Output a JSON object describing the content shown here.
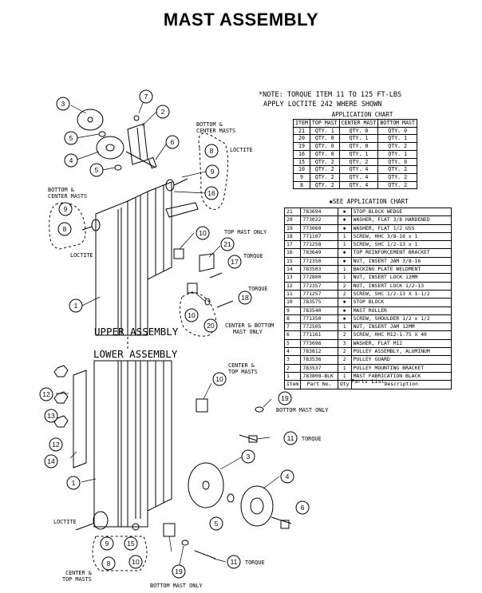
{
  "title": "MAST ASSEMBLY",
  "note": {
    "line1": "*NOTE: TORQUE ITEM 11 TO 125 FT-LBS",
    "line2": "APPLY LOCTITE 242 WHERE SHOWN"
  },
  "application_chart": {
    "title": "APPLICATION CHART",
    "headers": [
      "ITEM",
      "TOP MAST",
      "CENTER MAST",
      "BOTTOM MAST"
    ],
    "rows": [
      [
        "21",
        "QTY. 1",
        "QTY. 0",
        "QTY. 0"
      ],
      [
        "20",
        "QTY. 0",
        "QTY. 1",
        "QTY. 1"
      ],
      [
        "19",
        "QTY. 0",
        "QTY. 0",
        "QTY. 2"
      ],
      [
        "16",
        "QTY. 0",
        "QTY. 1",
        "QTY. 1"
      ],
      [
        "15",
        "QTY. 2",
        "QTY. 2",
        "QTY. 0"
      ],
      [
        "10",
        "QTY. 2",
        "QTY. 4",
        "QTY. 2"
      ],
      [
        "9",
        "QTY. 2",
        "QTY. 4",
        "QTY. 2"
      ],
      [
        "8",
        "QTY. 2",
        "QTY. 4",
        "QTY. 2"
      ]
    ]
  },
  "see_chart": "✱SEE APPLICATION CHART",
  "parts_list": {
    "label": "Parts List",
    "headers": [
      "Item",
      "Part No.",
      "Qty",
      "Description"
    ],
    "rows": [
      [
        "21",
        "783694",
        "✱",
        "STOP BLOCK WEDGE"
      ],
      [
        "20",
        "773022",
        "✱",
        "WASHER, FLAT 3/8 HARDENED"
      ],
      [
        "19",
        "773060",
        "✱",
        "WASHER, FLAT 1/2 USS"
      ],
      [
        "18",
        "771107",
        "1",
        "SCREW, HHC 3/8-16 x 1"
      ],
      [
        "17",
        "771258",
        "1",
        "SCREW, SHC 1/2-13 x 1"
      ],
      [
        "16",
        "783649",
        "✱",
        "TOP REINFORCEMENT BRACKET"
      ],
      [
        "15",
        "772350",
        "✱",
        "NUT, INSERT JAM 3/8-16"
      ],
      [
        "14",
        "783503",
        "1",
        "BACKING PLATE WELDMENT"
      ],
      [
        "13",
        "772800",
        "1",
        "NUT, INSERT LOCK 12MM"
      ],
      [
        "12",
        "772357",
        "2",
        "NUT, INSERT LOCK 1/2-13"
      ],
      [
        "11",
        "771257",
        "2",
        "SCREW, SHC 1/2-13 X 1-1/2"
      ],
      [
        "10",
        "783575",
        "✱",
        "STOP BLOCK"
      ],
      [
        "9",
        "783540",
        "✱",
        "MAST ROLLER"
      ],
      [
        "8",
        "771350",
        "✱",
        "SCREW, SHOULDER 1/2 x 1/2"
      ],
      [
        "7",
        "772505",
        "1",
        "NUT, INSERT JAM 12MM"
      ],
      [
        "6",
        "771161",
        "2",
        "SCREW, HHC M12-1.75 X 40"
      ],
      [
        "5",
        "773096",
        "3",
        "WASHER, FLAT M12"
      ],
      [
        "4",
        "783812",
        "2",
        "PULLEY ASSEMBLY, ALUMINUM"
      ],
      [
        "3",
        "783536",
        "2",
        "PULLEY GUARD"
      ],
      [
        "2",
        "783537",
        "1",
        "PULLEY MOUNTING BRACKET"
      ],
      [
        "1",
        "783808-BLK",
        "1",
        "MAST FABRICATION BLACK"
      ]
    ]
  },
  "labels": {
    "upper_assembly": "UPPER ASSEMBLY",
    "lower_assembly": "LOWER ASSEMBLY",
    "bottom_center_masts_1": "BOTTOM &",
    "bottom_center_masts_2": "CENTER MASTS",
    "loctite": "LOCTITE",
    "top_mast_only": "TOP MAST ONLY",
    "torque": "TORQUE",
    "center_bottom_1": "CENTER & BOTTOM",
    "center_bottom_2": "MAST ONLY",
    "center_top_1": "CENTER &",
    "center_top_2": "TOP MASTS",
    "bottom_mast_only": "BOTTOM MAST ONLY"
  },
  "callouts": {
    "c1": "1",
    "c2": "2",
    "c3": "3",
    "c4": "4",
    "c5": "5",
    "c6": "6",
    "c7": "7",
    "c8": "8",
    "c9": "9",
    "c10": "10",
    "c11": "11",
    "c12": "12",
    "c13": "13",
    "c14": "14",
    "c15": "15",
    "c16": "16",
    "c17": "17",
    "c18": "18",
    "c19": "19",
    "c20": "20",
    "c21": "21"
  }
}
